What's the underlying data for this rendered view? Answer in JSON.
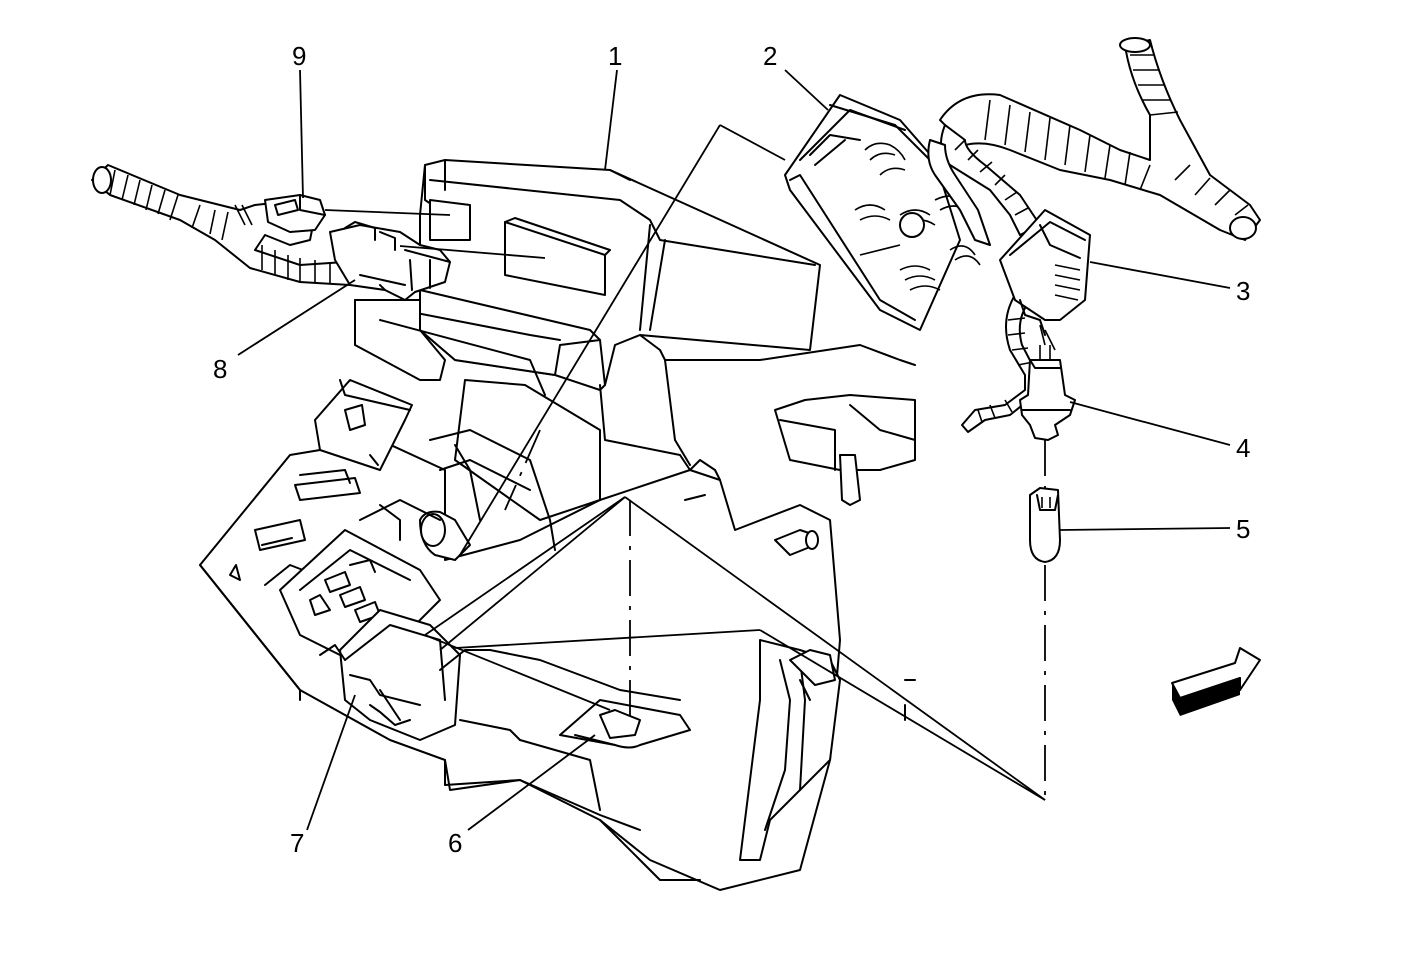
{
  "callouts": [
    {
      "id": "1",
      "label": "1"
    },
    {
      "id": "2",
      "label": "2"
    },
    {
      "id": "3",
      "label": "3"
    },
    {
      "id": "4",
      "label": "4"
    },
    {
      "id": "5",
      "label": "5"
    },
    {
      "id": "6",
      "label": "6"
    },
    {
      "id": "7",
      "label": "7"
    },
    {
      "id": "8",
      "label": "8"
    },
    {
      "id": "9",
      "label": "9"
    }
  ],
  "icons": {
    "direction_arrow": "front-direction-arrow-icon"
  },
  "colors": {
    "line": "#000000",
    "background": "#ffffff"
  }
}
